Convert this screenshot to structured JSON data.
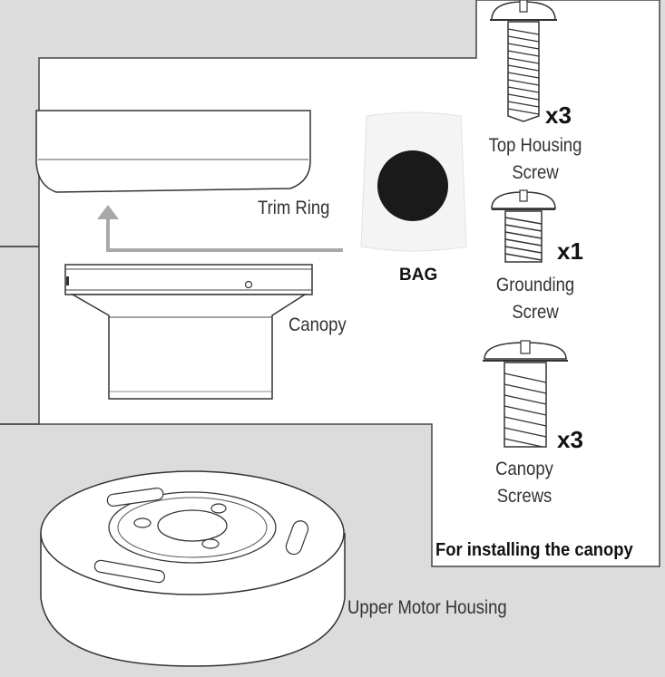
{
  "labels": {
    "trim_ring": "Trim Ring",
    "canopy": "Canopy",
    "bag": "BAG",
    "upper_motor_housing": "Upper Motor Housing",
    "top_housing_screw_line1": "Top Housing",
    "top_housing_screw_line2": "Screw",
    "grounding_screw_line1": "Grounding",
    "grounding_screw_line2": "Screw",
    "canopy_screws_line1": "Canopy",
    "canopy_screws_line2": "Screws",
    "caption": "For installing the canopy"
  },
  "quantities": {
    "top_housing_screw": "x3",
    "grounding_screw": "x1",
    "canopy_screws": "x3"
  },
  "colors": {
    "background": "#dcdcdc",
    "panel": "#ffffff",
    "outline": "#333333",
    "arrow": "#a8a8a8",
    "bag_dot": "#1a1a1a"
  }
}
